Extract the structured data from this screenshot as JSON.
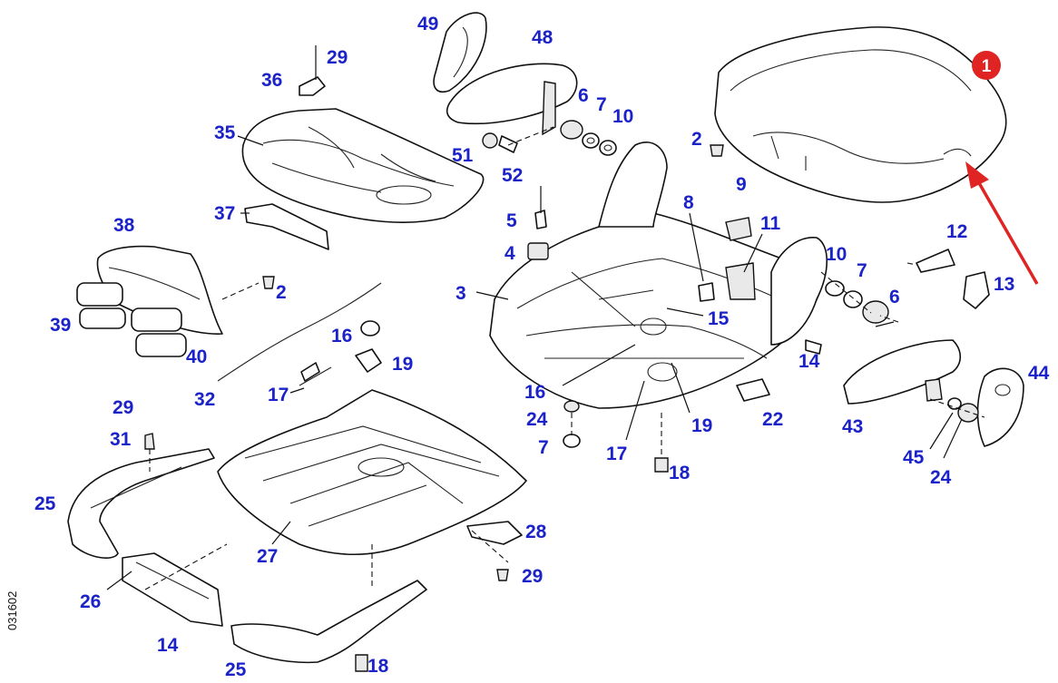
{
  "colors": {
    "label": "#1a22c8",
    "line": "#111111",
    "highlight": "#e02424"
  },
  "drawing_code": "031602",
  "marker": {
    "text": "1"
  },
  "labels": [
    {
      "id": "49a",
      "text": "49"
    },
    {
      "id": "48a",
      "text": "48"
    },
    {
      "id": "29a",
      "text": "29"
    },
    {
      "id": "36a",
      "text": "36"
    },
    {
      "id": "6a",
      "text": "6"
    },
    {
      "id": "7a",
      "text": "7"
    },
    {
      "id": "10a",
      "text": "10"
    },
    {
      "id": "2a",
      "text": "2"
    },
    {
      "id": "35a",
      "text": "35"
    },
    {
      "id": "51a",
      "text": "51"
    },
    {
      "id": "52a",
      "text": "52"
    },
    {
      "id": "9a",
      "text": "9"
    },
    {
      "id": "37a",
      "text": "37"
    },
    {
      "id": "8a",
      "text": "8"
    },
    {
      "id": "5a",
      "text": "5"
    },
    {
      "id": "11a",
      "text": "11"
    },
    {
      "id": "12a",
      "text": "12"
    },
    {
      "id": "38a",
      "text": "38"
    },
    {
      "id": "4a",
      "text": "4"
    },
    {
      "id": "10b",
      "text": "10"
    },
    {
      "id": "7b",
      "text": "7"
    },
    {
      "id": "13a",
      "text": "13"
    },
    {
      "id": "2b",
      "text": "2"
    },
    {
      "id": "3a",
      "text": "3"
    },
    {
      "id": "6b",
      "text": "6"
    },
    {
      "id": "15a",
      "text": "15"
    },
    {
      "id": "39a",
      "text": "39"
    },
    {
      "id": "16a",
      "text": "16"
    },
    {
      "id": "40a",
      "text": "40"
    },
    {
      "id": "19a",
      "text": "19"
    },
    {
      "id": "14a",
      "text": "14"
    },
    {
      "id": "44a",
      "text": "44"
    },
    {
      "id": "17a",
      "text": "17"
    },
    {
      "id": "32a",
      "text": "32"
    },
    {
      "id": "16b",
      "text": "16"
    },
    {
      "id": "29b",
      "text": "29"
    },
    {
      "id": "24a",
      "text": "24"
    },
    {
      "id": "22a",
      "text": "22"
    },
    {
      "id": "19b",
      "text": "19"
    },
    {
      "id": "43a",
      "text": "43"
    },
    {
      "id": "31a",
      "text": "31"
    },
    {
      "id": "7c",
      "text": "7"
    },
    {
      "id": "17b",
      "text": "17"
    },
    {
      "id": "45a",
      "text": "45"
    },
    {
      "id": "18a",
      "text": "18"
    },
    {
      "id": "24b",
      "text": "24"
    },
    {
      "id": "25a",
      "text": "25"
    },
    {
      "id": "28a",
      "text": "28"
    },
    {
      "id": "27a",
      "text": "27"
    },
    {
      "id": "29c",
      "text": "29"
    },
    {
      "id": "26a",
      "text": "26"
    },
    {
      "id": "14b",
      "text": "14"
    },
    {
      "id": "18b",
      "text": "18"
    },
    {
      "id": "25b",
      "text": "25"
    }
  ]
}
